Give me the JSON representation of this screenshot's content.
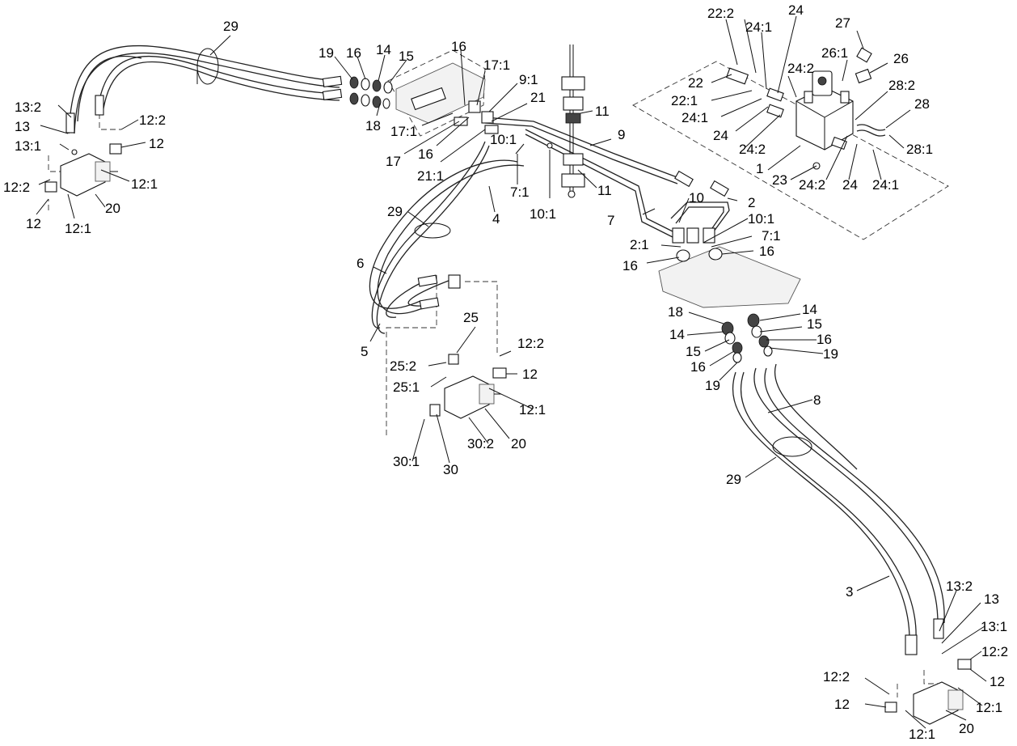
{
  "callouts": [
    {
      "id": "c29a",
      "text": "29"
    },
    {
      "id": "c19a",
      "text": "19"
    },
    {
      "id": "c16a",
      "text": "16"
    },
    {
      "id": "c14a",
      "text": "14"
    },
    {
      "id": "c15a",
      "text": "15"
    },
    {
      "id": "c16b",
      "text": "16"
    },
    {
      "id": "c17_1a",
      "text": "17:1"
    },
    {
      "id": "c9_1",
      "text": "9:1"
    },
    {
      "id": "c21",
      "text": "21"
    },
    {
      "id": "c18a",
      "text": "18"
    },
    {
      "id": "c17_1b",
      "text": "17:1"
    },
    {
      "id": "c17",
      "text": "17"
    },
    {
      "id": "c16c",
      "text": "16"
    },
    {
      "id": "c21_1",
      "text": "21:1"
    },
    {
      "id": "c11a",
      "text": "11"
    },
    {
      "id": "c9",
      "text": "9"
    },
    {
      "id": "c10_1a",
      "text": "10:1"
    },
    {
      "id": "c7_1a",
      "text": "7:1"
    },
    {
      "id": "c10_1b",
      "text": "10:1"
    },
    {
      "id": "c11b",
      "text": "11"
    },
    {
      "id": "c10",
      "text": "10"
    },
    {
      "id": "c2",
      "text": "2"
    },
    {
      "id": "c7",
      "text": "7"
    },
    {
      "id": "c10_1c",
      "text": "10:1"
    },
    {
      "id": "c7_1b",
      "text": "7:1"
    },
    {
      "id": "c2_1",
      "text": "2:1"
    },
    {
      "id": "c16d",
      "text": "16"
    },
    {
      "id": "c16e",
      "text": "16"
    },
    {
      "id": "c4",
      "text": "4"
    },
    {
      "id": "c29b",
      "text": "29"
    },
    {
      "id": "c6",
      "text": "6"
    },
    {
      "id": "c5",
      "text": "5"
    },
    {
      "id": "c13_2a",
      "text": "13:2"
    },
    {
      "id": "c13a",
      "text": "13"
    },
    {
      "id": "c13_1a",
      "text": "13:1"
    },
    {
      "id": "c12_2a",
      "text": "12:2"
    },
    {
      "id": "c12a",
      "text": "12"
    },
    {
      "id": "c12_2b",
      "text": "12:2"
    },
    {
      "id": "c12_1a",
      "text": "12:1"
    },
    {
      "id": "c20a",
      "text": "20"
    },
    {
      "id": "c12b",
      "text": "12"
    },
    {
      "id": "c12_1b",
      "text": "12:1"
    },
    {
      "id": "c22_2",
      "text": "22:2"
    },
    {
      "id": "c24_1a",
      "text": "24:1"
    },
    {
      "id": "c24a",
      "text": "24"
    },
    {
      "id": "c27",
      "text": "27"
    },
    {
      "id": "c26_1",
      "text": "26:1"
    },
    {
      "id": "c26",
      "text": "26"
    },
    {
      "id": "c22",
      "text": "22"
    },
    {
      "id": "c24_2a",
      "text": "24:2"
    },
    {
      "id": "c22_1",
      "text": "22:1"
    },
    {
      "id": "c28_2",
      "text": "28:2"
    },
    {
      "id": "c28",
      "text": "28"
    },
    {
      "id": "c24_1b",
      "text": "24:1"
    },
    {
      "id": "c24b",
      "text": "24"
    },
    {
      "id": "c24_2b",
      "text": "24:2"
    },
    {
      "id": "c28_1",
      "text": "28:1"
    },
    {
      "id": "c1",
      "text": "1"
    },
    {
      "id": "c23",
      "text": "23"
    },
    {
      "id": "c24_2c",
      "text": "24:2"
    },
    {
      "id": "c24c",
      "text": "24"
    },
    {
      "id": "c24_1c",
      "text": "24:1"
    },
    {
      "id": "c18b",
      "text": "18"
    },
    {
      "id": "c14b",
      "text": "14"
    },
    {
      "id": "c14c",
      "text": "14"
    },
    {
      "id": "c15b",
      "text": "15"
    },
    {
      "id": "c15c",
      "text": "15"
    },
    {
      "id": "c16f",
      "text": "16"
    },
    {
      "id": "c16g",
      "text": "16"
    },
    {
      "id": "c19b",
      "text": "19"
    },
    {
      "id": "c19c",
      "text": "19"
    },
    {
      "id": "c25",
      "text": "25"
    },
    {
      "id": "c12_2c",
      "text": "12:2"
    },
    {
      "id": "c25_2",
      "text": "25:2"
    },
    {
      "id": "c12c",
      "text": "12"
    },
    {
      "id": "c25_1",
      "text": "25:1"
    },
    {
      "id": "c12_1c",
      "text": "12:1"
    },
    {
      "id": "c30_2",
      "text": "30:2"
    },
    {
      "id": "c20b",
      "text": "20"
    },
    {
      "id": "c30_1",
      "text": "30:1"
    },
    {
      "id": "c30",
      "text": "30"
    },
    {
      "id": "c8",
      "text": "8"
    },
    {
      "id": "c29c",
      "text": "29"
    },
    {
      "id": "c3",
      "text": "3"
    },
    {
      "id": "c13_2b",
      "text": "13:2"
    },
    {
      "id": "c13b",
      "text": "13"
    },
    {
      "id": "c13_1b",
      "text": "13:1"
    },
    {
      "id": "c12_2d",
      "text": "12:2"
    },
    {
      "id": "c12d",
      "text": "12"
    },
    {
      "id": "c12_2e",
      "text": "12:2"
    },
    {
      "id": "c12e",
      "text": "12"
    },
    {
      "id": "c12_1d",
      "text": "12:1"
    },
    {
      "id": "c20c",
      "text": "20"
    },
    {
      "id": "c12_1e",
      "text": "12:1"
    }
  ]
}
